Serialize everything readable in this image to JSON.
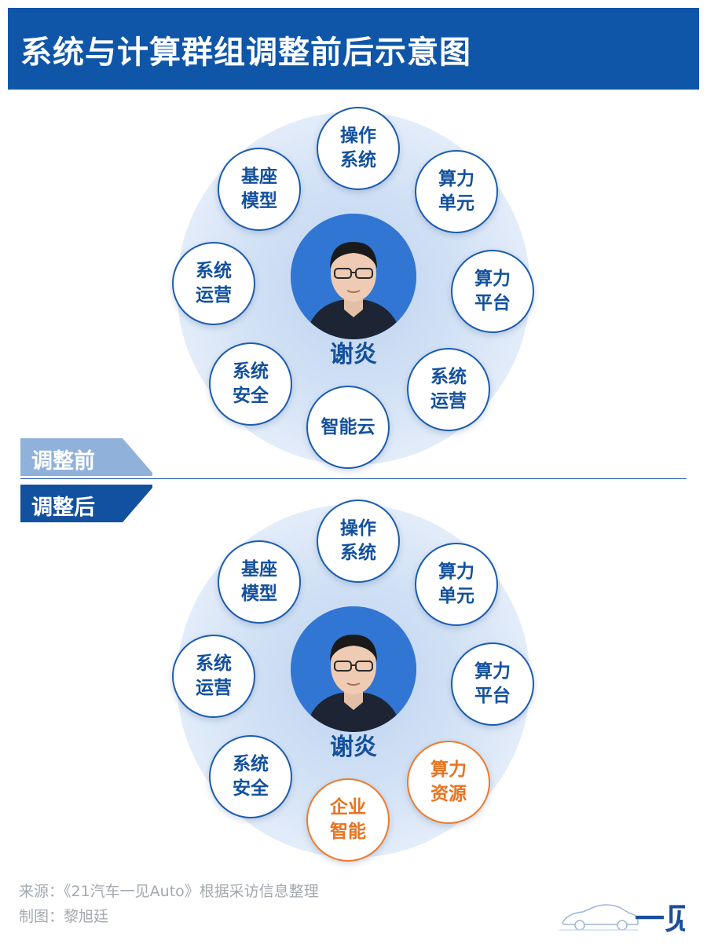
{
  "title": "系统与计算群组调整前后示意图",
  "before": {
    "tab_label": "调整前",
    "person": "谢炎",
    "nodes": [
      {
        "id": "os",
        "label": "操作\n系统"
      },
      {
        "id": "compute-unit",
        "label": "算力\n单元"
      },
      {
        "id": "compute-platform",
        "label": "算力\n平台"
      },
      {
        "id": "sys-ops-right",
        "label": "系统\n运营"
      },
      {
        "id": "smart-cloud",
        "label": "智能云"
      },
      {
        "id": "sys-security",
        "label": "系统\n安全"
      },
      {
        "id": "sys-ops-left",
        "label": "系统\n运营"
      },
      {
        "id": "base-model",
        "label": "基座\n模型"
      }
    ]
  },
  "after": {
    "tab_label": "调整后",
    "person": "谢炎",
    "nodes": [
      {
        "id": "os",
        "label": "操作\n系统"
      },
      {
        "id": "compute-unit",
        "label": "算力\n单元"
      },
      {
        "id": "compute-platform",
        "label": "算力\n平台"
      },
      {
        "id": "compute-resources",
        "label": "算力\n资源",
        "highlight": true
      },
      {
        "id": "enterprise-ai",
        "label": "企业\n智能",
        "highlight": true
      },
      {
        "id": "sys-security",
        "label": "系统\n安全"
      },
      {
        "id": "sys-ops",
        "label": "系统\n运营"
      },
      {
        "id": "base-model",
        "label": "基座\n模型"
      }
    ]
  },
  "colors": {
    "primary": "#0f56a8",
    "node_text": "#13509d",
    "highlight": "#e8731f",
    "before_tab": "#8fb1da",
    "after_tab": "#12519f"
  },
  "source": "来源：《21汽车一见Auto》根据采访信息整理",
  "credit": "制图：黎旭廷",
  "logo_text": "一见"
}
